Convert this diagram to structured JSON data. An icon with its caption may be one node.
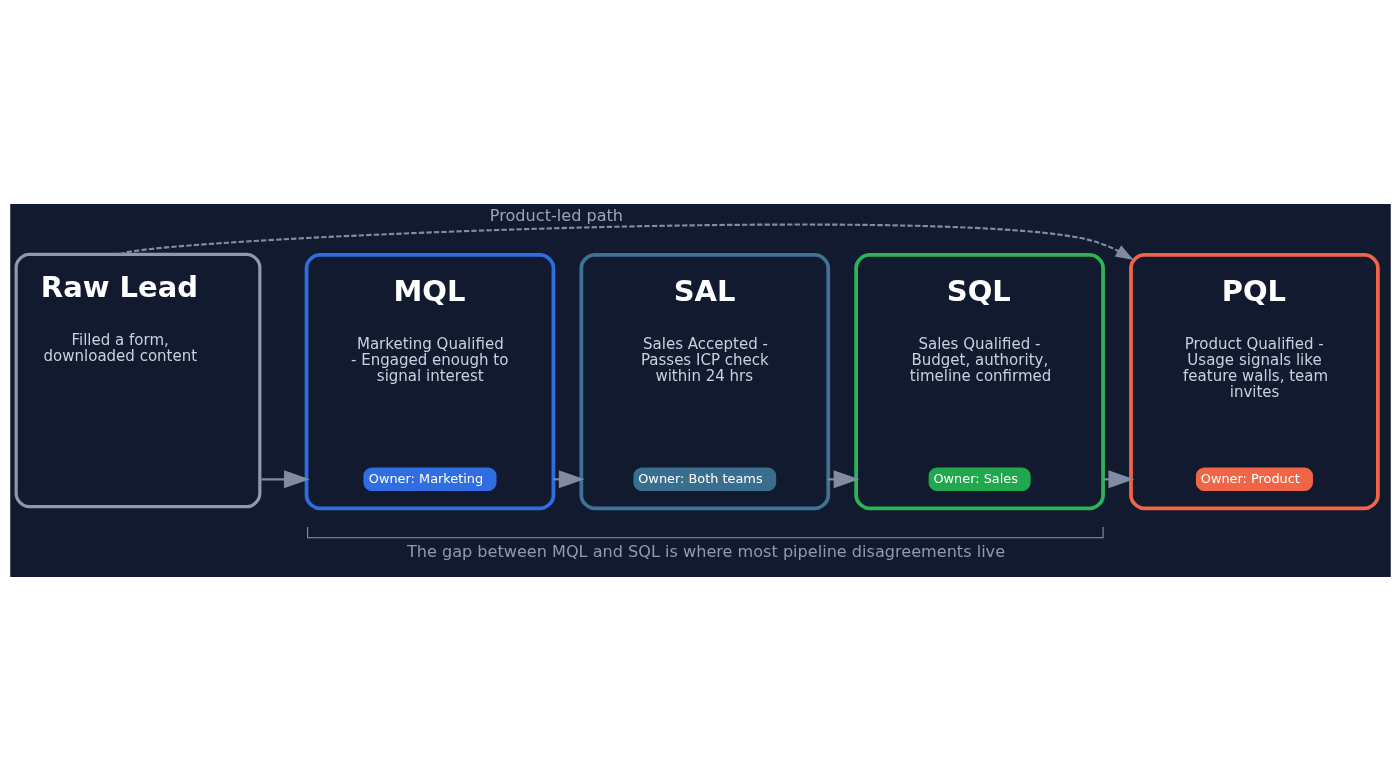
{
  "diagram": {
    "nodes": [
      {
        "text": [
          "Raw Lead",
          "Filled a form, downloaded content"
        ]
      },
      {
        "text": [
          "MQL",
          "Marketing Qualified - Engaged enough to signal interest"
        ]
      },
      {
        "text": [
          "Owner: Marketing"
        ],
        "in": 1
      },
      {
        "text": [
          "SAL",
          "Sales Accepted - Passes ICP check within 24 hrs"
        ]
      },
      {
        "text": [
          "Owner: Both teams"
        ],
        "in": 3
      },
      {
        "text": [
          "SQL",
          "Sales Qualified - Budget, authority, timeline confirmed"
        ]
      },
      {
        "text": [
          "Owner: Sales"
        ],
        "in": 5
      },
      {
        "text": [
          "PQL",
          "Product Qualified - Usage signals like feature walls, team invites"
        ]
      },
      {
        "text": [
          "Owner: Product"
        ],
        "in": 7
      }
    ],
    "edges": [
      {
        "from": 0,
        "to": 7,
        "arrow": "to",
        "style": "dashed",
        "label": "Product-led path"
      },
      {
        "from": 0,
        "to": 1,
        "arrow": "to"
      },
      {
        "from": 1,
        "to": 3,
        "arrow": "to"
      },
      {
        "from": 3,
        "to": 5,
        "arrow": "to"
      },
      {
        "from": 5,
        "to": 7,
        "arrow": "to"
      }
    ],
    "labels": [
      "The gap between MQL and SQL is where most pipeline disagreements live"
    ]
  }
}
